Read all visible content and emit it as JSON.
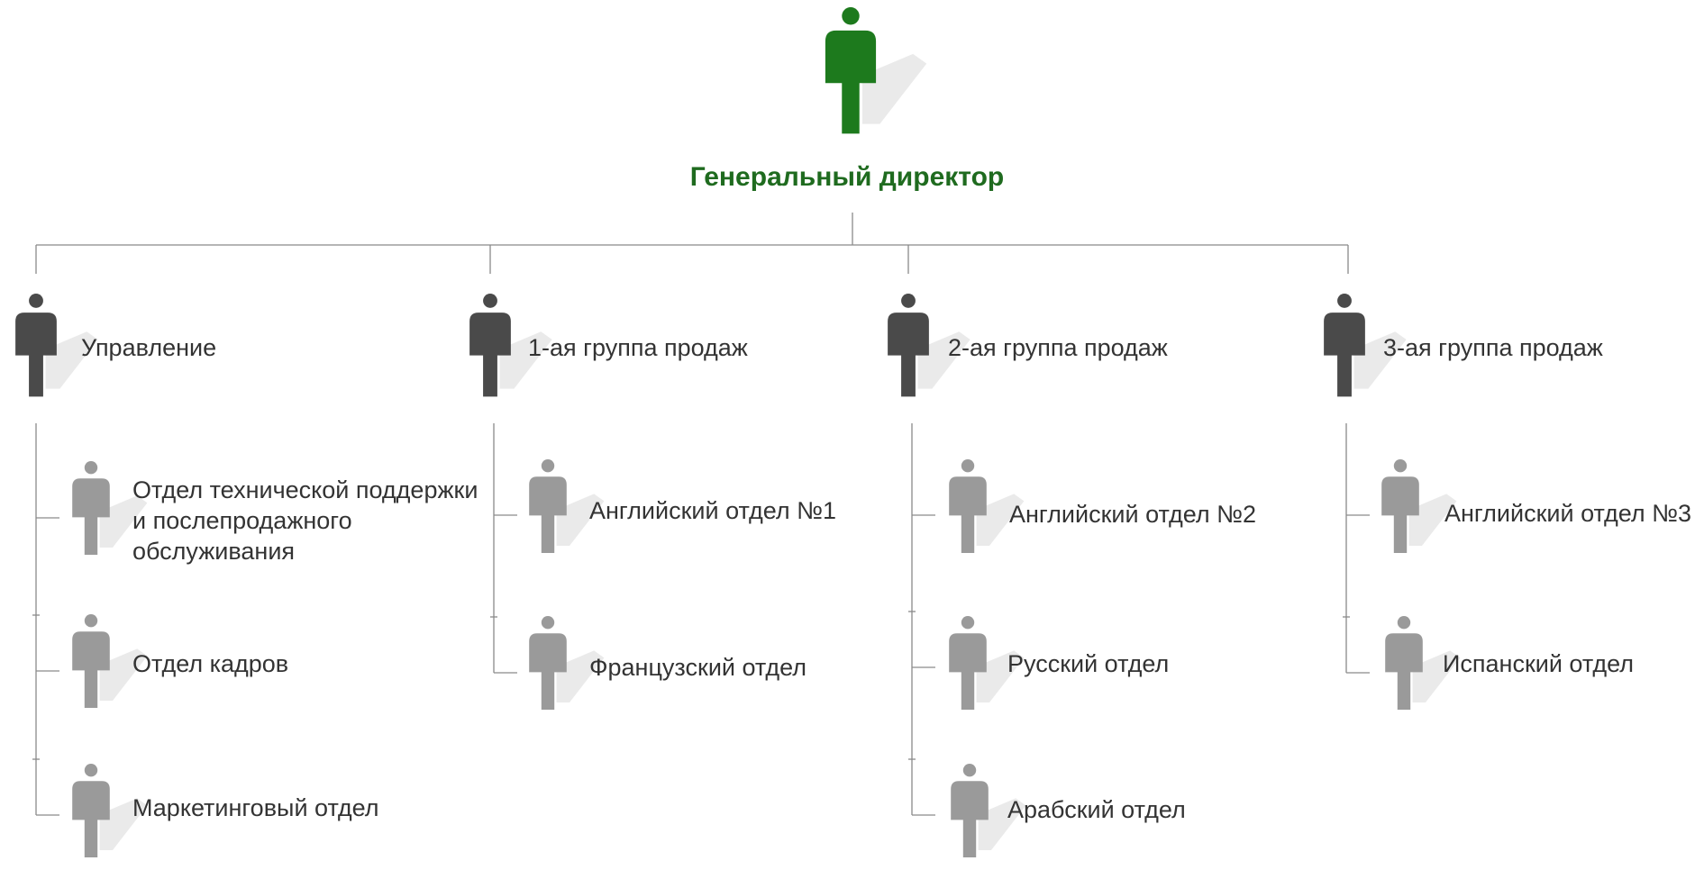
{
  "director": {
    "title": "Генеральный директор",
    "icon": "person-icon",
    "color": "#1d7a1d"
  },
  "groups": [
    {
      "label": "Управление",
      "departments": [
        "Отдел технической поддержки\nи послепродажного\nобслуживания",
        "Отдел кадров",
        "Маркетинговый отдел"
      ]
    },
    {
      "label": "1-ая группа продаж",
      "departments": [
        "Английский отдел №1",
        "Французский отдел"
      ]
    },
    {
      "label": "2-ая группа продаж",
      "departments": [
        "Английский отдел №2",
        "Русский отдел",
        "Арабский отдел"
      ]
    },
    {
      "label": "3-ая группа продаж",
      "departments": [
        "Английский отдел №3",
        "Испанский отдел"
      ]
    }
  ],
  "colors": {
    "director": "#1d7a1d",
    "group": "#4a4a4a",
    "department": "#9a9a9a",
    "connector": "#8a8a8a"
  }
}
